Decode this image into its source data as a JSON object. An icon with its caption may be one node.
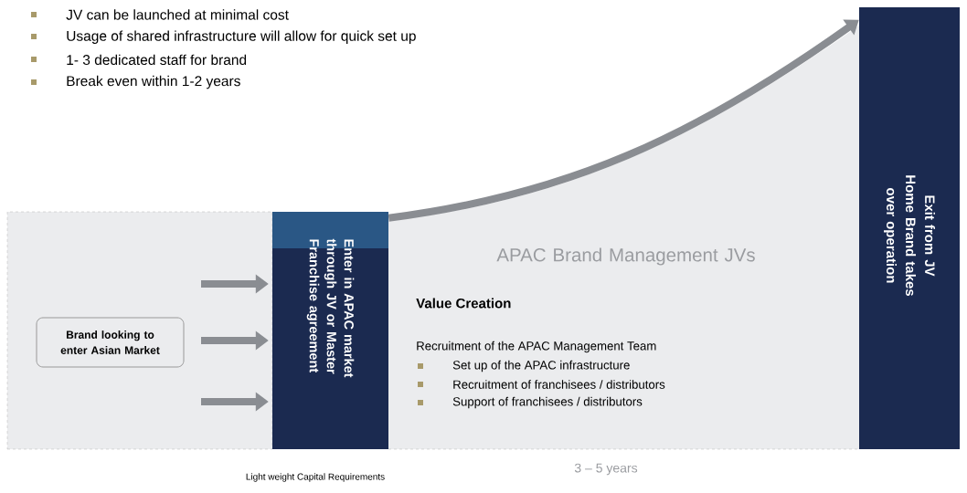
{
  "diagram": {
    "nodes": [
      {
        "text": [],
        "shape": "box"
      },
      {
        "text": [
          "Brand looking to enter Asian Market"
        ],
        "in": 0
      },
      {
        "text": [
          "Enter in APAC market through JV or Master Franchise agreement"
        ]
      },
      {
        "text": [
          "APAC Brand Management JVs",
          "Value Creation",
          "Recruitment of the APAC Management Team",
          "Set up of the APAC infrastructure",
          "Recruitment of franchisees / distributors",
          "Support of franchisees / distributors"
        ],
        "beside": [
          "3 – 5 years"
        ]
      },
      {
        "text": [
          "Exit from JV",
          "Home Brand takes over operation"
        ]
      }
    ],
    "edges": [
      {
        "from": null,
        "to": 2,
        "arrow": "to"
      },
      {
        "from": null,
        "to": 2,
        "arrow": "to"
      },
      {
        "from": null,
        "to": 2,
        "arrow": "to"
      },
      {
        "from": 2,
        "to": 4,
        "arrow": "to"
      }
    ],
    "labels": [
      "JV can be launched at minimal cost",
      "Usage of shared infrastructure will allow for quick set up",
      "1- 3 dedicated staff for brand",
      "Break even within 1-2 years",
      "Light weight Capital Requirements"
    ]
  }
}
